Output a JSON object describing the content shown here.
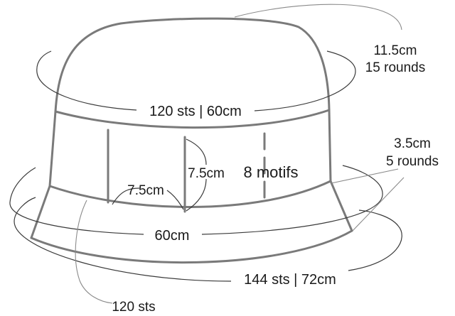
{
  "labels": {
    "crown_height": "11.5cm",
    "crown_rounds": "15 rounds",
    "crown_circumference": "120 sts | 60cm",
    "brim_height": "3.5cm",
    "brim_rounds": "5 rounds",
    "motif_height": "7.5cm",
    "motif_width": "7.5cm",
    "motif_count": "8 motifs",
    "band_circumference": "60cm",
    "brim_circumference": "144 sts | 72cm",
    "pickup_sts": "120 sts"
  },
  "colors": {
    "outline": "#7a7a7a",
    "guide": "#3a3a3a",
    "leader": "#8a8a8a",
    "text": "#1a1a1a"
  }
}
